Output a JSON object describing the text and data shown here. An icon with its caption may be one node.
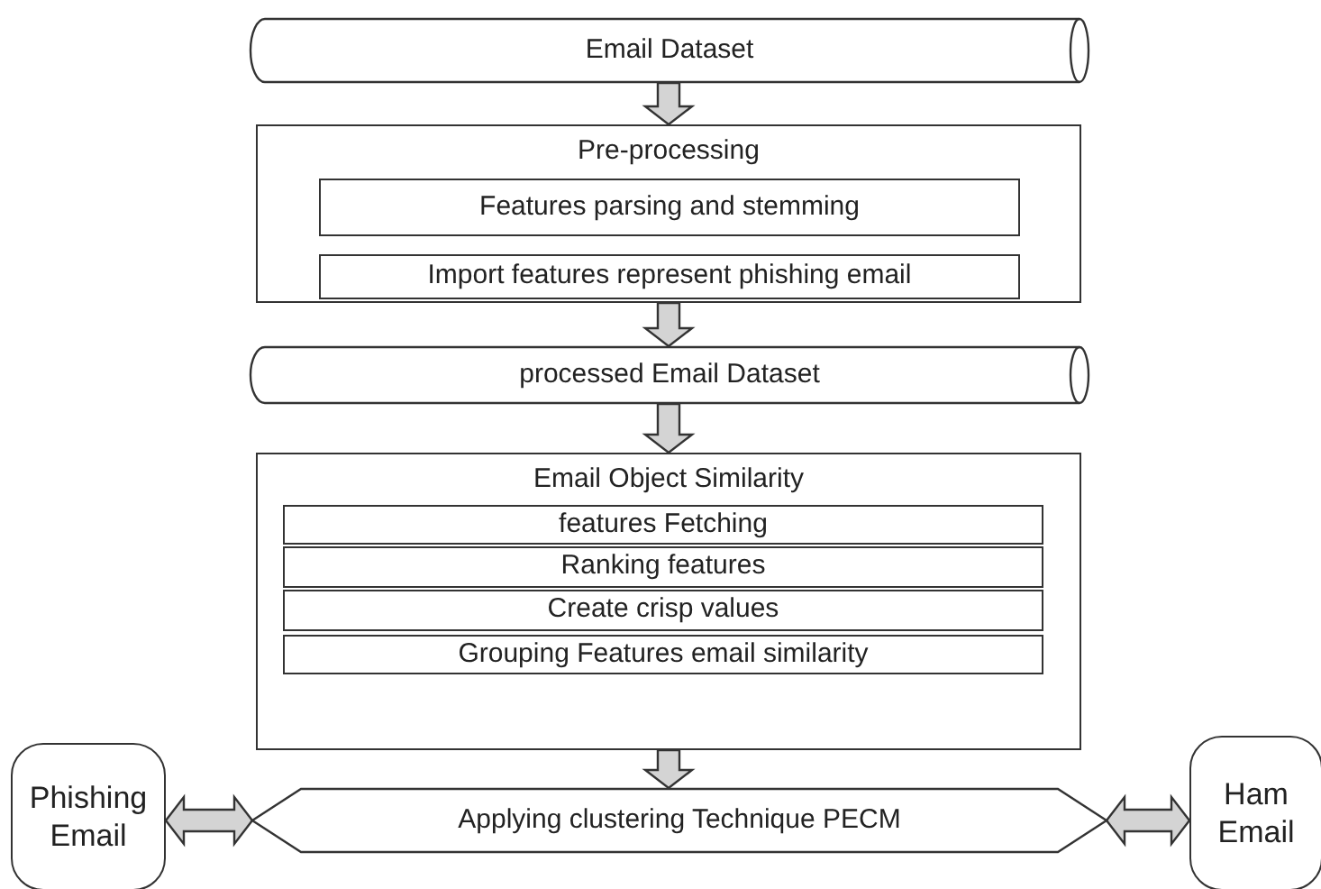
{
  "diagram": {
    "nodes": [
      {
        "text": [
          "Email Dataset"
        ]
      },
      {
        "text": [
          "Pre-processing"
        ]
      },
      {
        "text": [
          "Features parsing and stemming"
        ],
        "in": 1
      },
      {
        "text": [
          "Import features represent phishing email"
        ],
        "in": 1
      },
      {
        "text": [
          "processed Email Dataset"
        ]
      },
      {
        "text": [
          "Email Object Similarity"
        ]
      },
      {
        "text": [
          "features Fetching"
        ],
        "in": 5
      },
      {
        "text": [
          "Ranking features"
        ],
        "in": 5
      },
      {
        "text": [
          "Create crisp values"
        ],
        "in": 5
      },
      {
        "text": [
          "Grouping Features email similarity"
        ],
        "in": 5
      },
      {
        "text": [
          "Phishing Email"
        ]
      },
      {
        "text": [
          "Applying clustering Technique PECM"
        ]
      },
      {
        "text": [
          "Ham Email"
        ]
      }
    ],
    "edges": [
      {
        "from": 0,
        "to": 1,
        "arrow": "to"
      },
      {
        "from": 1,
        "to": 4,
        "arrow": "to"
      },
      {
        "from": 4,
        "to": 5,
        "arrow": "to"
      },
      {
        "from": 5,
        "to": 11,
        "arrow": "to"
      },
      {
        "from": 11,
        "to": 10,
        "arrow": "both"
      },
      {
        "from": 11,
        "to": 12,
        "arrow": "both"
      }
    ]
  }
}
